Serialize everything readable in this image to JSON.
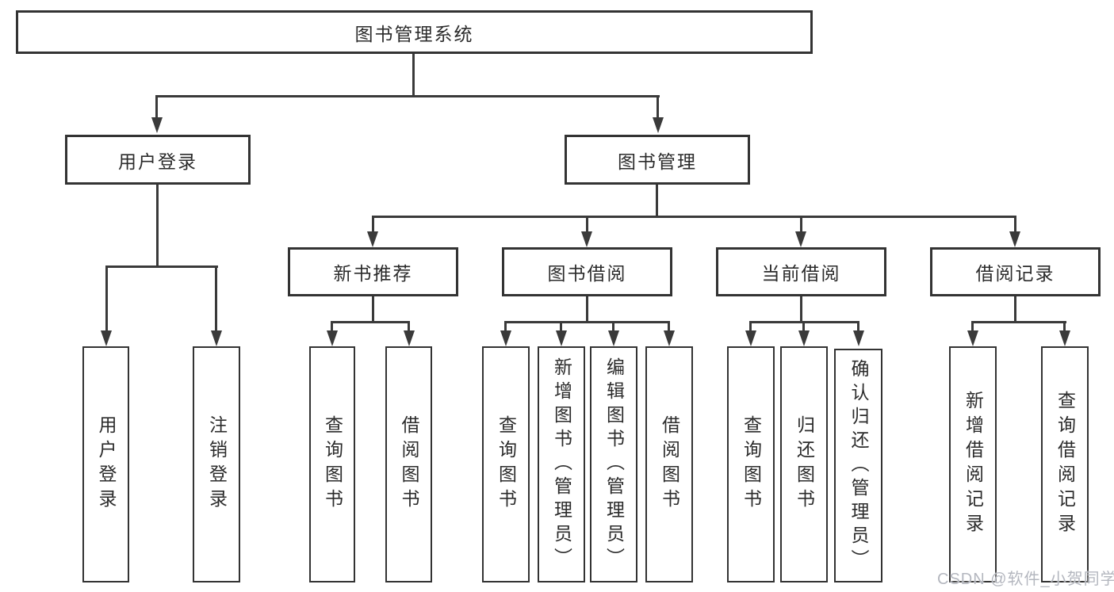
{
  "diagram": {
    "root": {
      "label": "图书管理系统"
    },
    "branches": [
      {
        "label": "用户登录",
        "children": [
          {
            "label": "用户登录"
          },
          {
            "label": "注销登录"
          }
        ]
      },
      {
        "label": "图书管理",
        "groups": [
          {
            "label": "新书推荐",
            "children": [
              {
                "label": "查询图书"
              },
              {
                "label": "借阅图书"
              }
            ]
          },
          {
            "label": "图书借阅",
            "children": [
              {
                "label": "查询图书"
              },
              {
                "label": "新增图书（管理员）"
              },
              {
                "label": "编辑图书（管理员）"
              },
              {
                "label": "借阅图书"
              }
            ]
          },
          {
            "label": "当前借阅",
            "children": [
              {
                "label": "查询图书"
              },
              {
                "label": "归还图书"
              },
              {
                "label": "确认归还（管理员）"
              }
            ]
          },
          {
            "label": "借阅记录",
            "children": [
              {
                "label": "新增借阅记录"
              },
              {
                "label": "查询借阅记录"
              }
            ]
          }
        ]
      }
    ],
    "colors": {
      "line": "#3a3a3a",
      "box_border": "#333333",
      "text": "#2b2b2b",
      "watermark": "#b4b7bf",
      "background": "#ffffff"
    }
  },
  "watermark": {
    "text": "CSDN @软件_小贺同学"
  }
}
